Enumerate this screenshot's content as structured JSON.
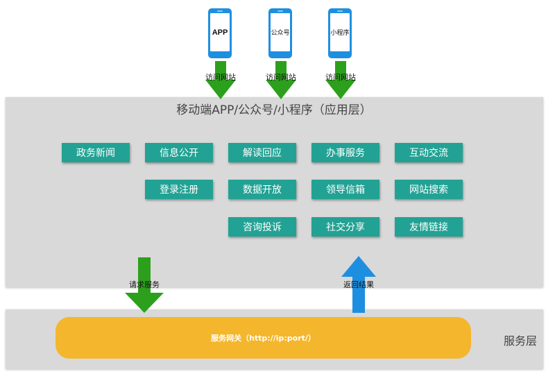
{
  "clients": [
    {
      "label": "APP"
    },
    {
      "label": "公众号"
    },
    {
      "label": "小程序"
    }
  ],
  "access_label": "访问网站",
  "app_layer": {
    "title": "移动端APP/公众号/小程序（应用层）",
    "modules": [
      "政务新闻",
      "信息公开",
      "解读回应",
      "办事服务",
      "互动交流",
      "登录注册",
      "数据开放",
      "领导信箱",
      "网站搜索",
      "咨询投诉",
      "社交分享",
      "友情链接"
    ]
  },
  "request_label": "请求服务",
  "return_label": "返回结果",
  "service_layer": {
    "gateway": "服务网关（http://ip:port/）",
    "title": "服务层"
  },
  "colors": {
    "phone": "#1e8fe0",
    "module": "#22a294",
    "down_arrow": "#2ca01c",
    "up_arrow": "#1e8fe0",
    "gateway": "#f4b62c",
    "panel": "#d9d9d9"
  },
  "icons": [
    "phone-icon",
    "arrow-down-icon",
    "arrow-up-icon"
  ]
}
